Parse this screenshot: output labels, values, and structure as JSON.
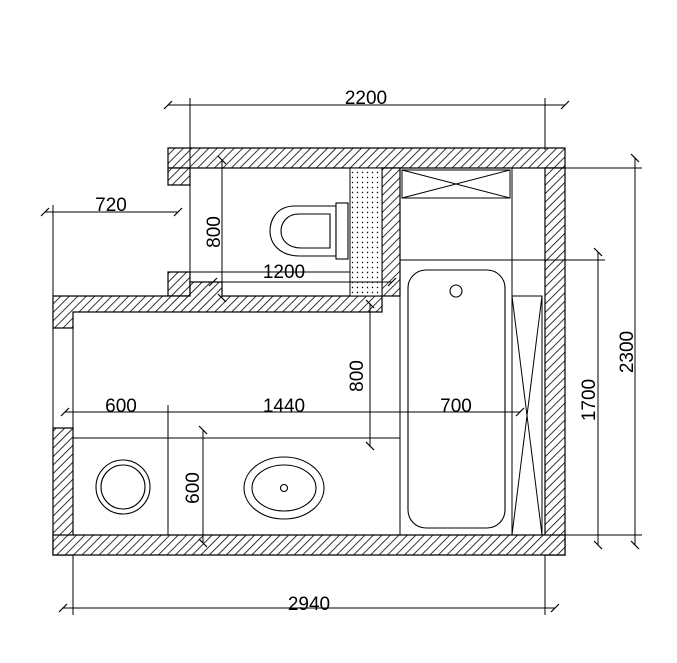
{
  "dimensions": {
    "top_width": "2200",
    "bottom_width": "2940",
    "right_total_height": "2300",
    "right_inner_height": "1700",
    "left_recess_width": "720",
    "wc_height": "800",
    "wc_width": "1200",
    "middle_height": "800",
    "cabinet_width": "600",
    "counter_width": "1440",
    "bath_width": "700",
    "counter_depth": "600"
  },
  "colors": {
    "line": "#000000",
    "background": "#ffffff",
    "hatch": "#000000"
  },
  "fixtures": [
    "toilet-icon",
    "bathtub-icon",
    "washing-machine-icon",
    "sink-basin-icon",
    "shower-cabinet-icon",
    "duct-box"
  ]
}
